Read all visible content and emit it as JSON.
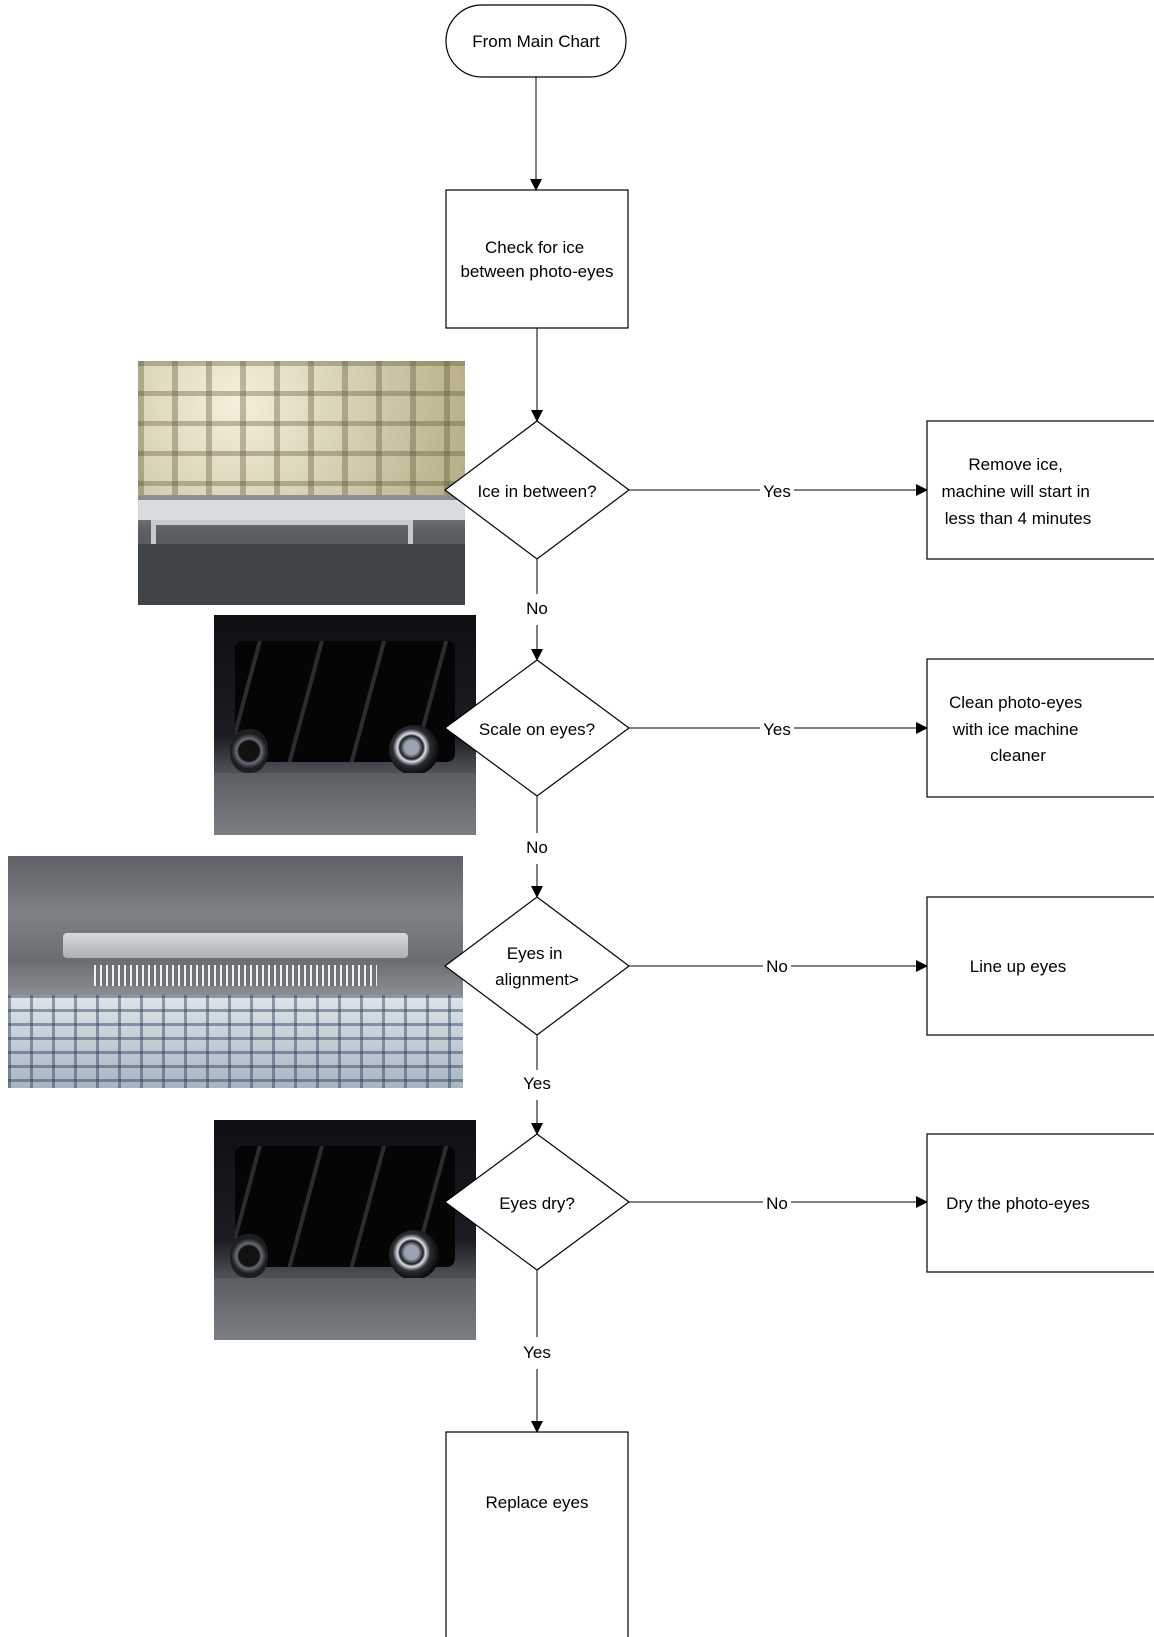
{
  "flowchart": {
    "start": "From Main Chart",
    "check": [
      "Check for ice",
      "between photo-eyes"
    ],
    "decisions": [
      {
        "question": [
          "Ice in between?"
        ],
        "branch_label": "Yes",
        "action": [
          "Remove ice,",
          "machine will start in",
          "less than 4 minutes"
        ],
        "continue_label": "No"
      },
      {
        "question": [
          "Scale on eyes?"
        ],
        "branch_label": "Yes",
        "action": [
          "Clean photo-eyes",
          "with ice machine",
          "cleaner"
        ],
        "continue_label": "No"
      },
      {
        "question": [
          "Eyes in",
          "alignment>"
        ],
        "branch_label": "No",
        "action": [
          "Line up eyes"
        ],
        "continue_label": "Yes"
      },
      {
        "question": [
          "Eyes dry?"
        ],
        "branch_label": "No",
        "action": [
          "Dry the photo-eyes"
        ],
        "continue_label": "Yes"
      }
    ],
    "end": "Replace eyes"
  },
  "photos": [
    {
      "icon": "ice-cube-tray-photo"
    },
    {
      "icon": "photo-eye-bracket-photo"
    },
    {
      "icon": "eye-alignment-photo"
    },
    {
      "icon": "photo-eye-bracket-photo"
    }
  ]
}
